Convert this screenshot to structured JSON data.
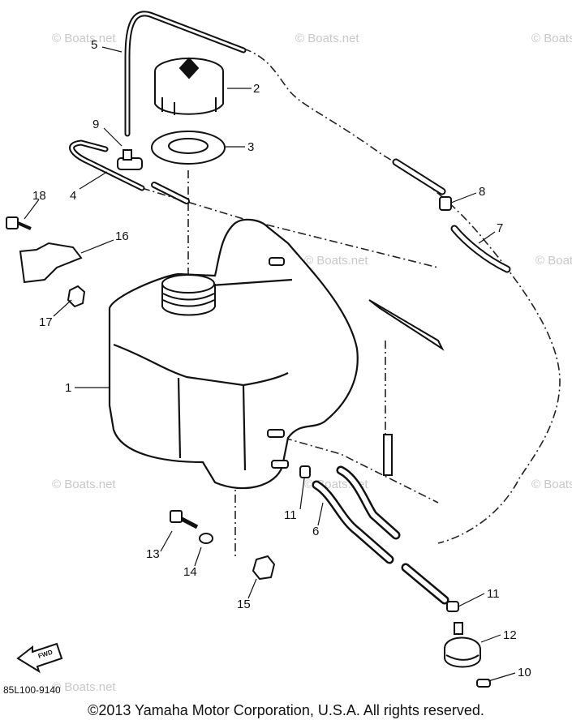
{
  "watermarks": [
    "© Boats.net",
    "© Boats.net",
    "© Boats.net",
    "© Boats.net",
    "© Boats.net",
    "© Boats.net",
    "© Boats.net",
    "© Boats.net",
    "© Boats.net"
  ],
  "callouts": {
    "c1": "1",
    "c2": "2",
    "c3": "3",
    "c4": "4",
    "c5": "5",
    "c6": "6",
    "c7": "7",
    "c8": "8",
    "c9": "9",
    "c10": "10",
    "c11a": "11",
    "c11b": "11",
    "c12": "12",
    "c13": "13",
    "c14": "14",
    "c15": "15",
    "c16": "16",
    "c17": "17",
    "c18": "18"
  },
  "fwd_label": "FWD",
  "diagram_code": "85L100-9140",
  "copyright": "©2013 Yamaha Motor Corporation, U.S.A. All rights reserved."
}
